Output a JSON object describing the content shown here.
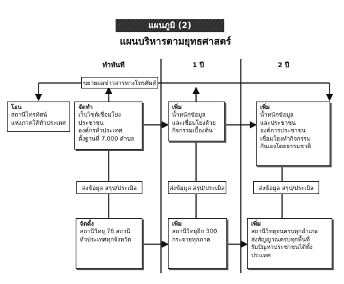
{
  "header": {
    "band_label": "แผนภูมิ (2)",
    "title": "แผนบริหารตามยุทธศาสตร์"
  },
  "columns": {
    "col1": "ทำทันที",
    "col2": "1 ปี",
    "col3": "2 ปี"
  },
  "top_strip": "ขยายผลข่าวสารทางโทรศัพท์",
  "left_box": {
    "head": "โอน",
    "body": "สถานีโทรทัศน์\nแห่งภาคใต้ทั่วประเทศ"
  },
  "row1": {
    "c1": {
      "head": "จัดทำ",
      "body": "เว็บไซต์เชื่อมโยงประชาชน\nองค์กรทั่วประเทศ\nตั้งฐานที่ 7,000 ตำบล"
    },
    "c2": {
      "head": "เพิ่ม",
      "body": "น้ำหนักข้อมูล\nและเชื่อมโยงด้วย\nกิจกรรมเบื้องต้น"
    },
    "c3": {
      "head": "เพิ่ม",
      "body": "น้ำหนักข้อมูล\nและประชาชน\nองค์การประชาชน\nเชื่อมโยงทำกิจกรรม\nกันเองโดยธรรมชาติ"
    }
  },
  "row2": {
    "c1": "ส่งข้อมูล สรุป/ประเมิล",
    "c2": "ส่งข้อมูล สรุป/ประเมิล",
    "c3": "ส่งข้อมูล สรุป/ประเมิล"
  },
  "row3": {
    "c1": {
      "head": "จัดตั้ง",
      "body": "สถานีวิทยุ 76 สถานี\nทั่วประเทศทุกจังหวัด"
    },
    "c2": {
      "head": "เพิ่ม",
      "body": "สถานีวิทยุอีก 300\nกระจายทุกภาค"
    },
    "c3": {
      "head": "เพิ่ม",
      "body": "สถานีวิทยุจนครบทุกอำเภอ\nส่งสัญญาณครบทุกพื้นที่\nรับปัญหาประชาชนได้ทั้งประเทศ"
    }
  }
}
